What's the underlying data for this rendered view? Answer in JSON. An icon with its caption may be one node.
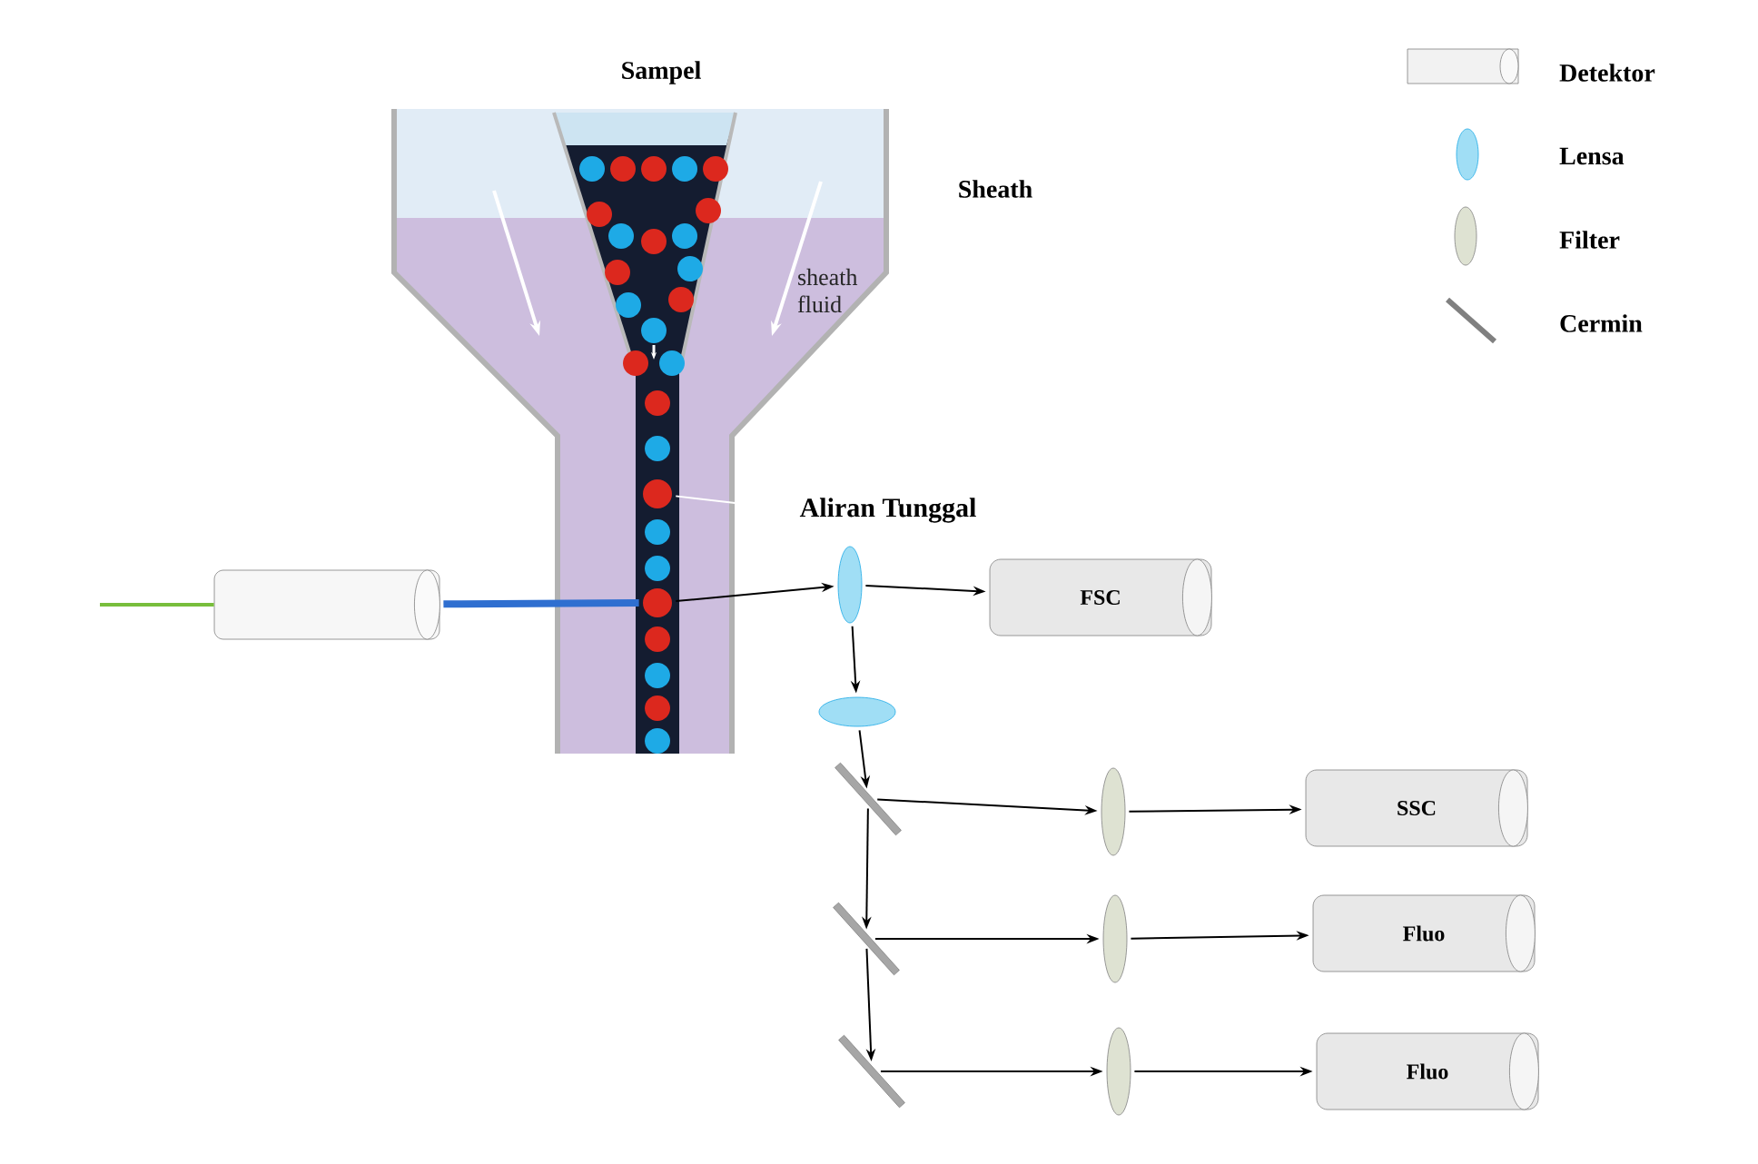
{
  "diagram": {
    "nodes": [
      {
        "text": [],
        "shape": "cylinder"
      },
      {
        "text": [],
        "shape": "circle"
      },
      {
        "text": [],
        "shape": "lens"
      },
      {
        "text": [
          "FSC"
        ]
      },
      {
        "text": [],
        "shape": "lens"
      },
      {
        "text": [],
        "shape": "bar"
      },
      {
        "text": [],
        "shape": "bar"
      },
      {
        "text": [],
        "shape": "bar"
      },
      {
        "text": [],
        "shape": "disc"
      },
      {
        "text": [],
        "shape": "disc"
      },
      {
        "text": [],
        "shape": "disc"
      },
      {
        "text": [
          "SSC"
        ]
      },
      {
        "text": [
          "Fluo"
        ]
      },
      {
        "text": [
          "Fluo"
        ]
      },
      {
        "text": [
          "Aliran Tunggal"
        ]
      },
      {
        "text": [],
        "shape": "circle"
      }
    ],
    "edges": [
      {
        "from": 0,
        "to": 15,
        "arrow": "none",
        "style": "thick",
        "color": "#2f6fd0"
      },
      {
        "from": 15,
        "to": 2,
        "arrow": "to"
      },
      {
        "from": 2,
        "to": 3,
        "arrow": "to"
      },
      {
        "from": 2,
        "to": 4,
        "arrow": "to"
      },
      {
        "from": 4,
        "to": 5,
        "arrow": "to"
      },
      {
        "from": 5,
        "to": 6,
        "arrow": "to"
      },
      {
        "from": 6,
        "to": 7,
        "arrow": "to"
      },
      {
        "from": 5,
        "to": 8,
        "arrow": "to"
      },
      {
        "from": 8,
        "to": 11,
        "arrow": "to"
      },
      {
        "from": 6,
        "to": 9,
        "arrow": "to"
      },
      {
        "from": 9,
        "to": 12,
        "arrow": "to"
      },
      {
        "from": 7,
        "to": 10,
        "arrow": "to"
      },
      {
        "from": 10,
        "to": 13,
        "arrow": "to"
      },
      {
        "from": 14,
        "to": 1,
        "arrow": "none",
        "color": "#ffffff"
      }
    ],
    "labels": [
      "Sampel",
      "Sheath",
      "sheath fluid"
    ],
    "legend": [
      {
        "text": "Detektor"
      },
      {
        "text": "Lensa"
      },
      {
        "text": "Filter"
      },
      {
        "text": "Cermin"
      }
    ]
  }
}
